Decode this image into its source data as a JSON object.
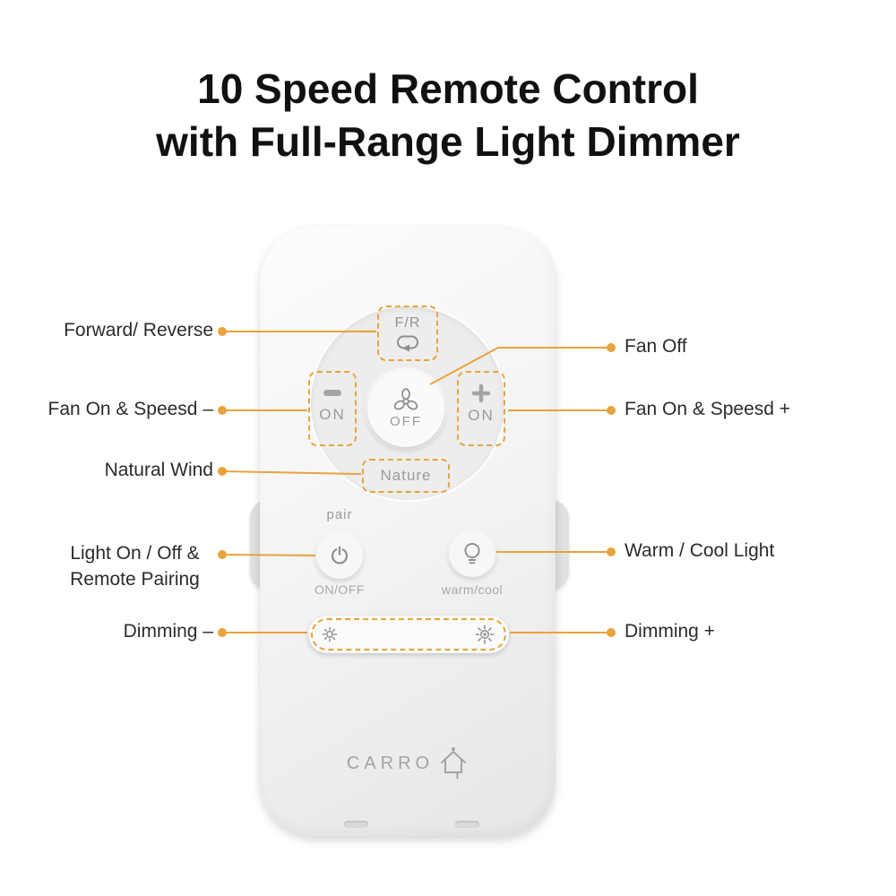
{
  "title": {
    "line1": "10 Speed Remote Control",
    "line2": "with Full-Range Light Dimmer"
  },
  "colors": {
    "accent_orange": "#E8A33C",
    "callout_text": "#2B2B2B",
    "button_text_gray": "#9B9B9B",
    "title_text": "#111111",
    "remote_body": "#F3F3F3"
  },
  "remote": {
    "fr_button": {
      "label": "F/R",
      "icon": "loop-arrow-icon"
    },
    "fan_center_button": {
      "label": "OFF",
      "icon": "fan-icon"
    },
    "fan_minus_button": {
      "label": "ON",
      "icon": "minus-icon"
    },
    "fan_plus_button": {
      "label": "ON",
      "icon": "plus-icon"
    },
    "nature_button": {
      "label": "Nature"
    },
    "pair_label": "pair",
    "light_button": {
      "caption": "ON/OFF",
      "icon": "power-icon"
    },
    "warmcool_button": {
      "caption": "warm/cool",
      "icon": "bulb-icon"
    },
    "dimmer_bar": {
      "left_icon": "brightness-low-icon",
      "right_icon": "brightness-high-icon"
    },
    "brand": "CARRO",
    "brand_icon": "house-logo-icon"
  },
  "callouts": {
    "left": [
      {
        "label": "Forward/ Reverse"
      },
      {
        "label": "Fan On & Speesd –"
      },
      {
        "label": "Natural Wind"
      },
      {
        "lines": [
          "Light On / Off &",
          "Remote Pairing"
        ]
      },
      {
        "label": "Dimming –"
      }
    ],
    "right": [
      {
        "label": "Fan Off"
      },
      {
        "label": "Fan On & Speesd +"
      },
      {
        "label": "Warm / Cool Light"
      },
      {
        "label": "Dimming +"
      }
    ]
  }
}
